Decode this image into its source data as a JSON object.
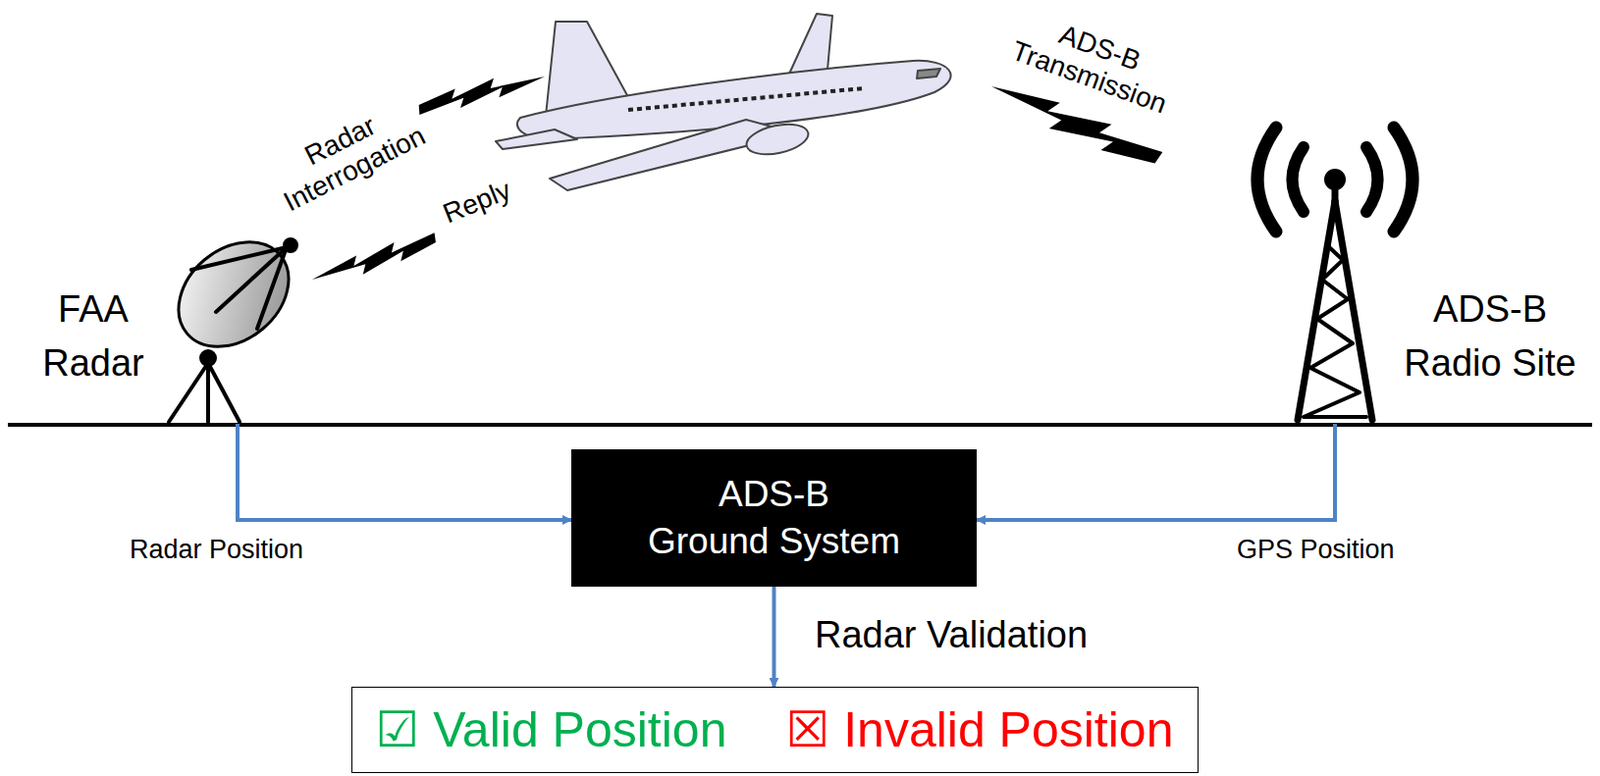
{
  "diagram": {
    "nodes": [
      {
        "text": [
          "FAA Radar"
        ]
      },
      {
        "text": [
          "ADS-B Radio Site"
        ]
      },
      {
        "text": [
          "ADS-B Ground System"
        ]
      },
      {
        "text": [
          "☑ Valid Position",
          "☒ Invalid Position"
        ]
      }
    ],
    "edges": [
      {
        "from": 0,
        "to": 2,
        "label": "Radar Position",
        "arrow": "to"
      },
      {
        "from": 1,
        "to": 2,
        "label": "GPS Position",
        "arrow": "to"
      },
      {
        "from": 2,
        "to": 3,
        "label": "Radar Validation",
        "arrow": "to"
      }
    ],
    "labels": [
      "Radar Interrogation",
      "Reply",
      "ADS-B Transmission"
    ]
  }
}
